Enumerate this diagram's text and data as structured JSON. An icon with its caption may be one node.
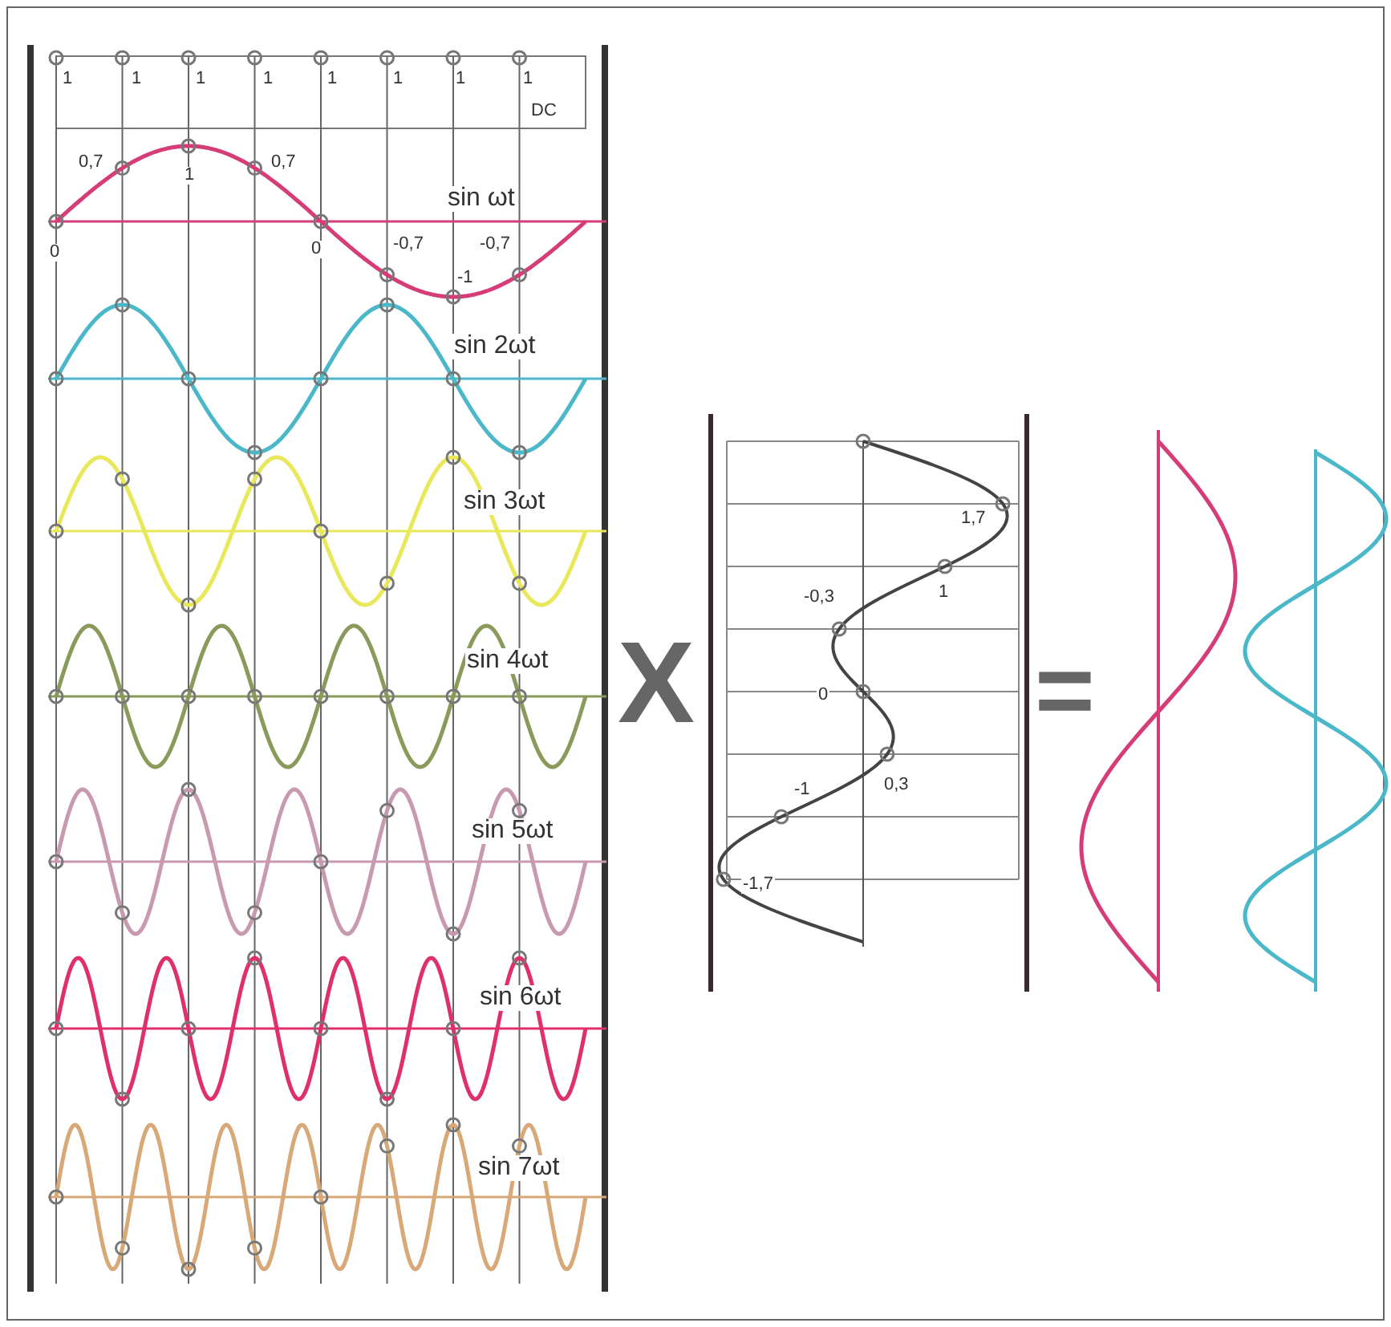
{
  "diagram": {
    "labels": [
      "1",
      "1",
      "1",
      "1",
      "1",
      "1",
      "1",
      "1",
      "DC",
      "0,7",
      "1",
      "0,7",
      "sin ωt",
      "0",
      "0",
      "-0,7",
      "-0,7",
      "-1",
      "sin 2ωt",
      "sin 3ωt",
      "sin 4ωt",
      "sin 5ωt",
      "sin 6ωt",
      "sin 7ωt",
      "X",
      "1,7",
      "-0,3",
      "1",
      "0",
      "-1",
      "0,3",
      "-1,7",
      "="
    ]
  }
}
